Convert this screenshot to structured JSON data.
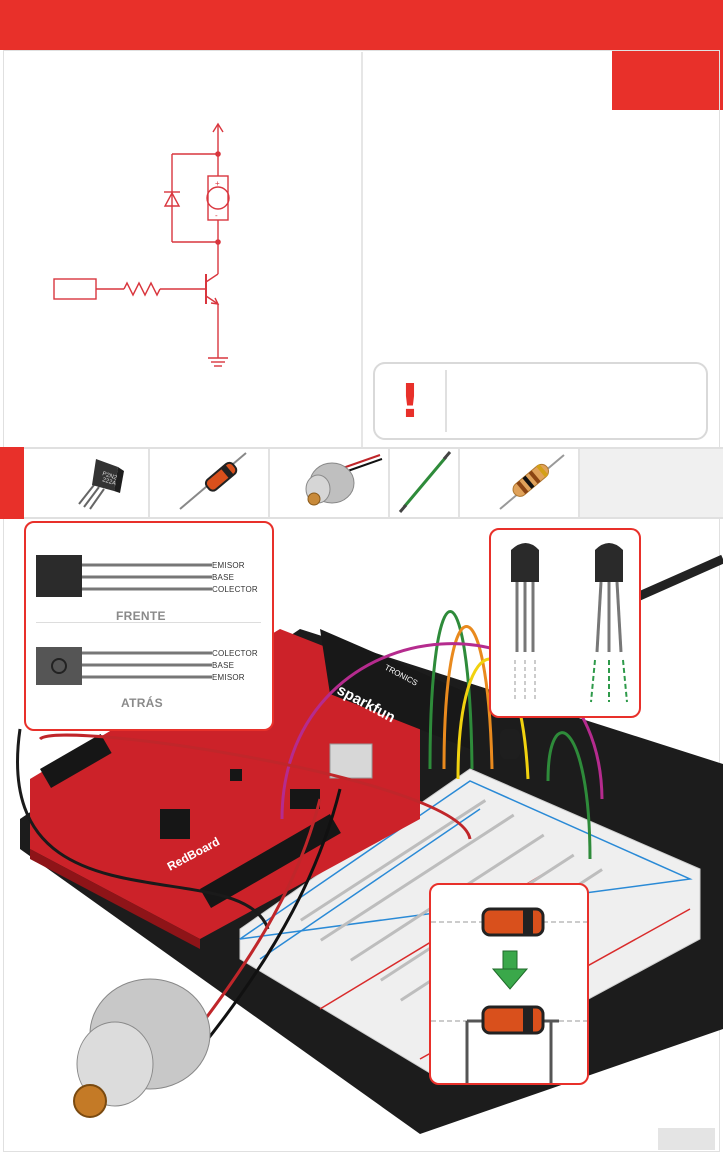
{
  "colors": {
    "accent": "#e8302a",
    "schematic": "#d9363e",
    "pcb": "#cc2229",
    "breadboard": "#f2f2f2",
    "wire_green": "#2e8b3a",
    "wire_orange": "#e98a1e",
    "wire_yellow": "#f1d20f",
    "wire_magenta": "#b52b8e",
    "arrow_green": "#3aa84a"
  },
  "warning": {
    "icon": "exclamation-mark",
    "symbol": "!"
  },
  "schematic": {
    "motor_plus": "+",
    "motor_minus": "-"
  },
  "parts": [
    {
      "name": "transistor",
      "icon": "transistor-icon",
      "marking": "P2N2 222A"
    },
    {
      "name": "diode",
      "icon": "diode-icon"
    },
    {
      "name": "motor",
      "icon": "motor-icon"
    },
    {
      "name": "jumper-wire",
      "icon": "jumper-wire-icon"
    },
    {
      "name": "resistor",
      "icon": "resistor-icon"
    }
  ],
  "transistor_pinout": {
    "front": {
      "title": "FRENTE",
      "pins": [
        "EMISOR",
        "BASE",
        "COLECTOR"
      ]
    },
    "back": {
      "title": "ATRÁS",
      "pins": [
        "COLECTOR",
        "BASE",
        "EMISOR"
      ]
    }
  },
  "board": {
    "brand": "sparkfun",
    "brand_suffix": "TRONICS",
    "name": "RedBoard"
  },
  "page_number": ""
}
